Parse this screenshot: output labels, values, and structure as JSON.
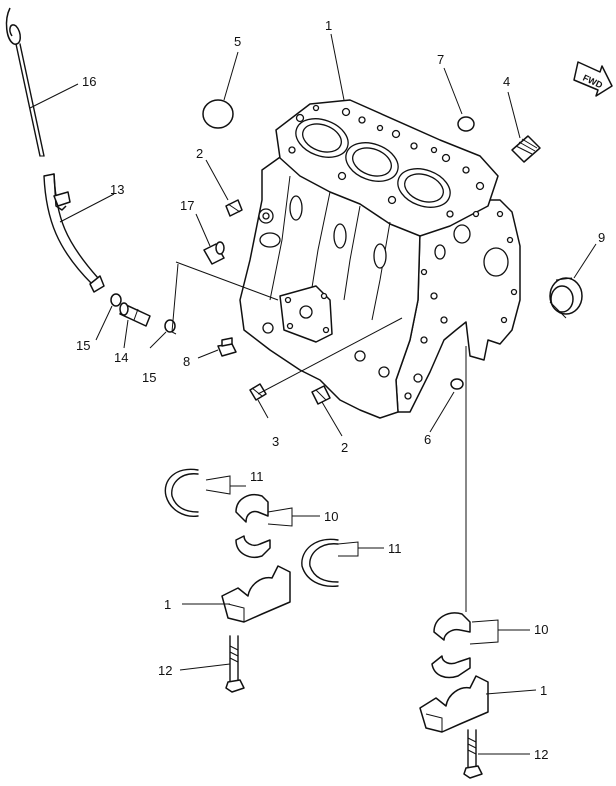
{
  "direction_marker": {
    "label": "FWD",
    "icon": "forward-arrow-icon"
  },
  "callouts": [
    {
      "id": "c1a",
      "number": "1"
    },
    {
      "id": "c1b",
      "number": "1"
    },
    {
      "id": "c1c",
      "number": "1"
    },
    {
      "id": "c2a",
      "number": "2"
    },
    {
      "id": "c2b",
      "number": "2"
    },
    {
      "id": "c3",
      "number": "3"
    },
    {
      "id": "c4",
      "number": "4"
    },
    {
      "id": "c5",
      "number": "5"
    },
    {
      "id": "c6",
      "number": "6"
    },
    {
      "id": "c7",
      "number": "7"
    },
    {
      "id": "c8",
      "number": "8"
    },
    {
      "id": "c9",
      "number": "9"
    },
    {
      "id": "c10a",
      "number": "10"
    },
    {
      "id": "c10b",
      "number": "10"
    },
    {
      "id": "c11a",
      "number": "11"
    },
    {
      "id": "c11b",
      "number": "11"
    },
    {
      "id": "c12a",
      "number": "12"
    },
    {
      "id": "c12b",
      "number": "12"
    },
    {
      "id": "c13",
      "number": "13"
    },
    {
      "id": "c14",
      "number": "14"
    },
    {
      "id": "c15a",
      "number": "15"
    },
    {
      "id": "c15b",
      "number": "15"
    },
    {
      "id": "c16",
      "number": "16"
    },
    {
      "id": "c17",
      "number": "17"
    }
  ]
}
